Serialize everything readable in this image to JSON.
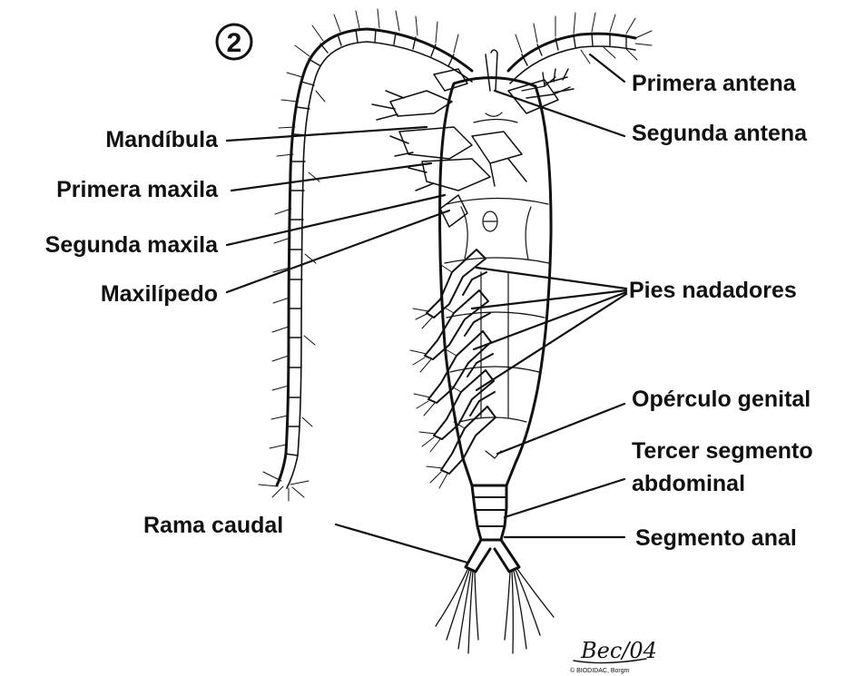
{
  "figure": {
    "number": "2"
  },
  "labels": {
    "primera_antena": "Primera antena",
    "segunda_antena": "Segunda antena",
    "mandibula": "Mandíbula",
    "primera_maxila": "Primera maxila",
    "segunda_maxila": "Segunda maxila",
    "maxilipedo": "Maxilípedo",
    "pies_nadadores": "Pies nadadores",
    "operculo_genital": "Opérculo genital",
    "tercer_segmento_line1": "Tercer segmento",
    "tercer_segmento_line2": "abdominal",
    "rama_caudal": "Rama caudal",
    "segmento_anal": "Segmento anal"
  },
  "credit": {
    "signature": "Bec/04",
    "copyright": "© BIODIDAC, Borgm"
  }
}
